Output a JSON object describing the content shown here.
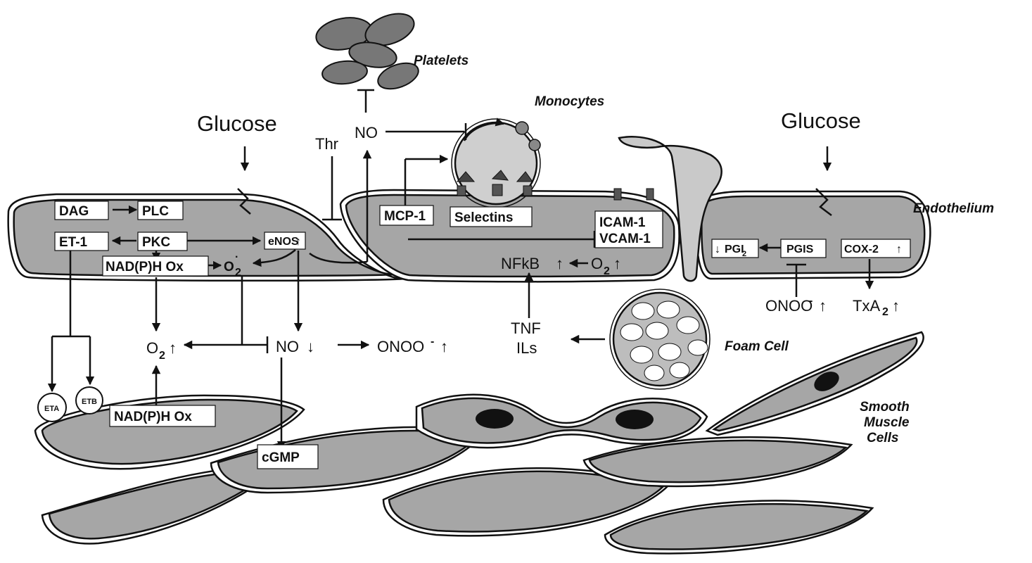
{
  "labels": {
    "glucose_left": "Glucose",
    "glucose_right": "Glucose",
    "platelets": "Platelets",
    "monocytes": "Monocytes",
    "endothelium": "Endothelium",
    "foam_cell": "Foam Cell",
    "smooth_muscle_1": "Smooth",
    "smooth_muscle_2": "Muscle",
    "smooth_muscle_3": "Cells",
    "thr": "Thr",
    "no_top": "NO",
    "dag": "DAG",
    "plc": "PLC",
    "et1": "ET-1",
    "pkc": "PKC",
    "enos": "eNOS",
    "nadph_ox_top": "NAD(P)H Ox",
    "o2_top": "O",
    "mcp1": "MCP-1",
    "selectins": "Selectins",
    "icam1": "ICAM-1",
    "vcam1": "VCAM-1",
    "nfkb": "NFkB",
    "o2_mid": "O",
    "pgi2": "PGI",
    "pgis": "PGIS",
    "cox2": "COX-2",
    "onoo_right": "ONOO",
    "txa2": "TxA",
    "tnf": "TNF",
    "ils": "ILs",
    "o2_low": "O",
    "no_low": "NO",
    "onoo_low": "ONOO",
    "nadph_ox_low": "NAD(P)H Ox",
    "eta": "ETA",
    "etb": "ETB",
    "cgmp": "cGMP"
  }
}
